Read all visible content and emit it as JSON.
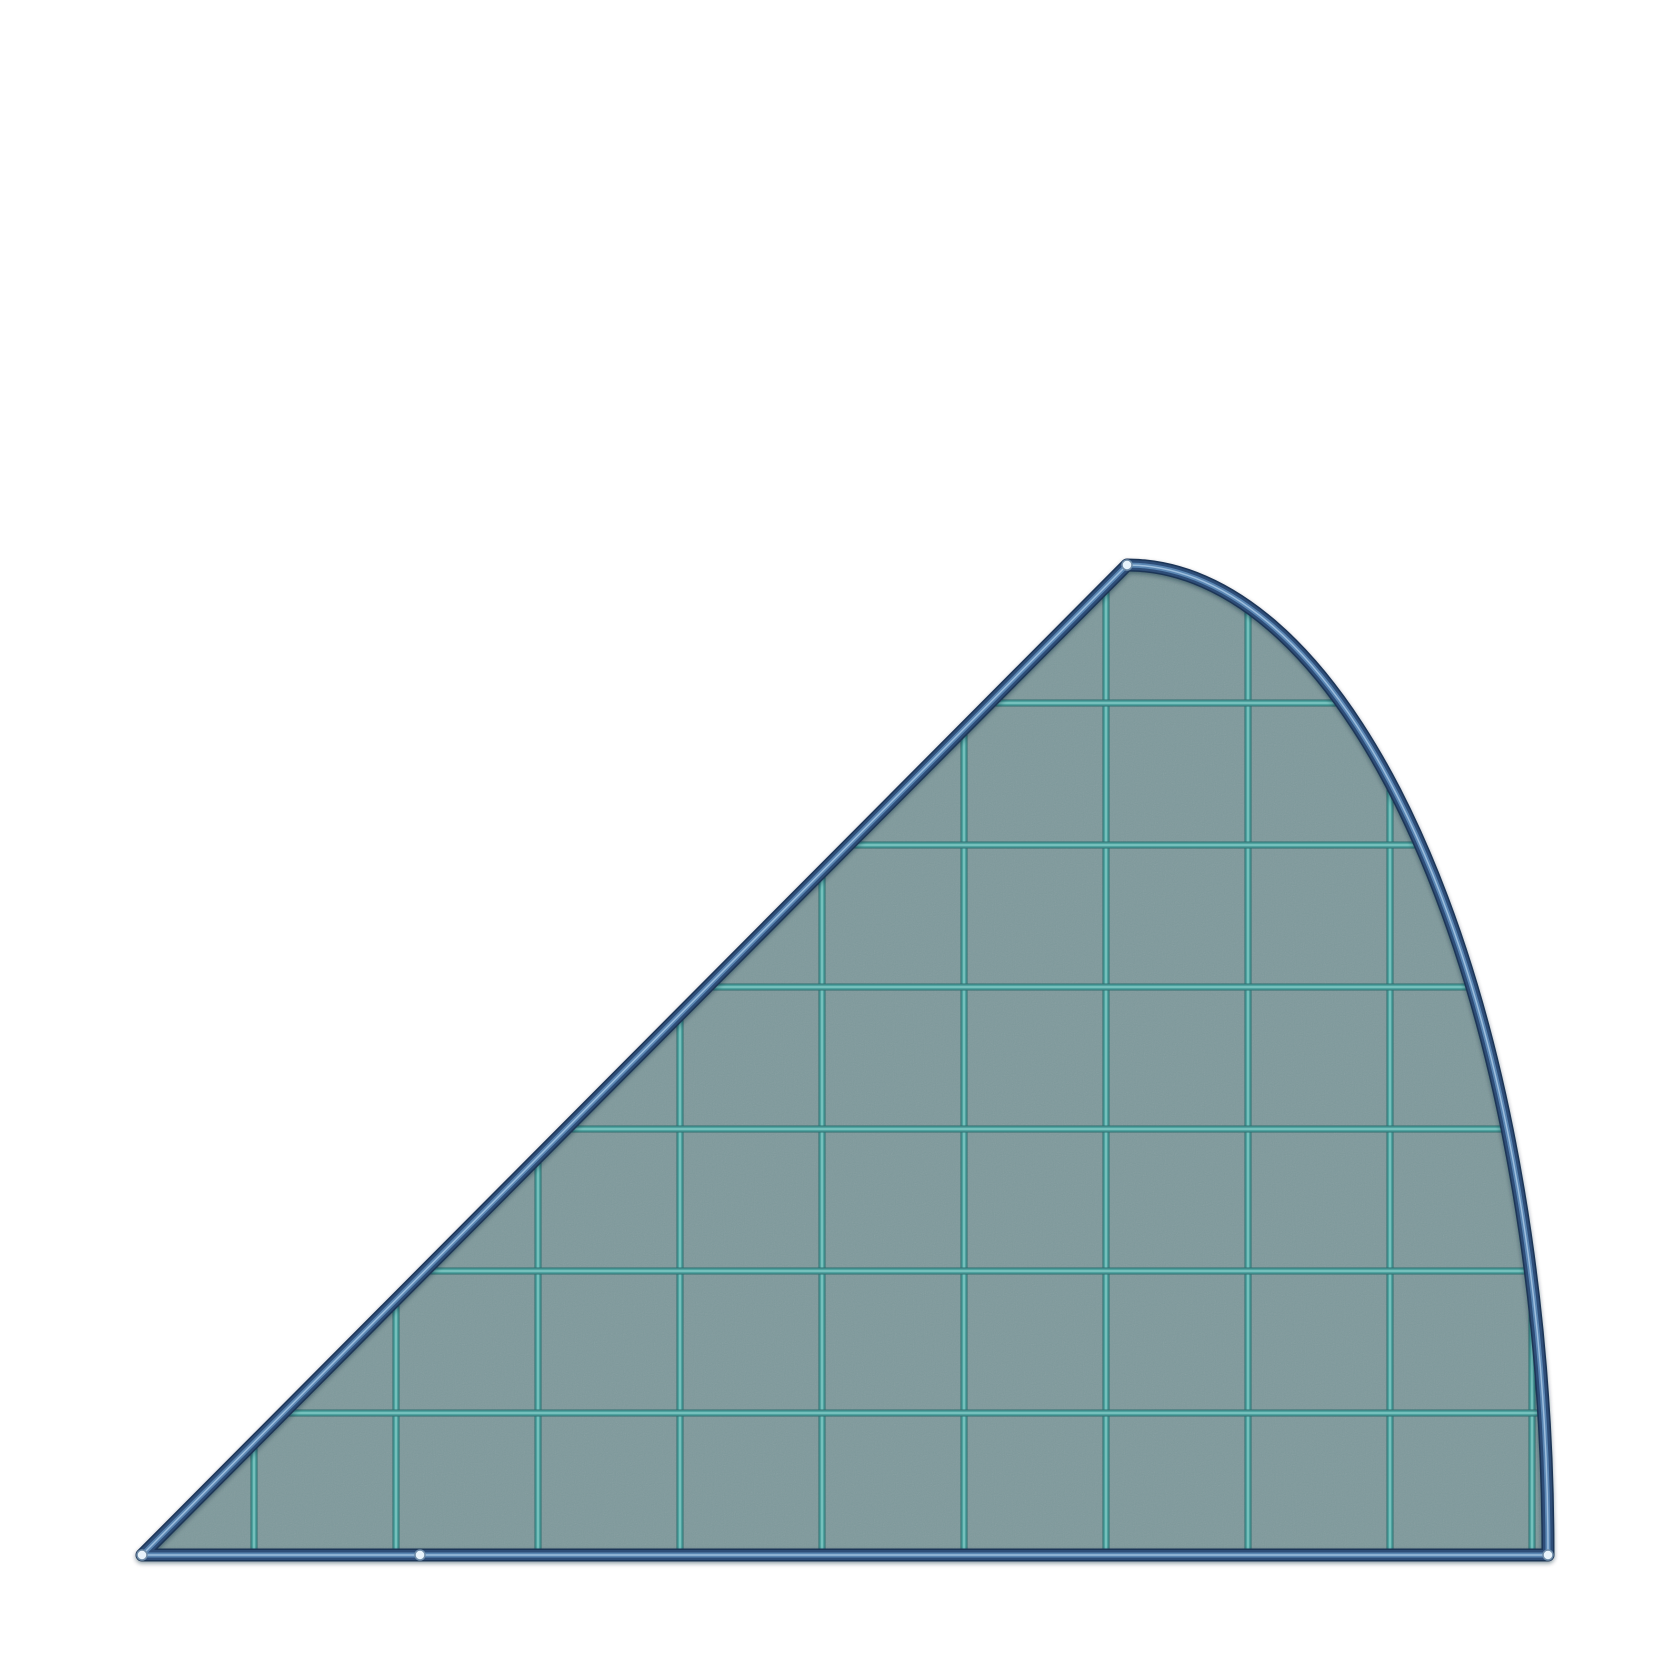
{
  "board": {
    "shape": "quarter-circle-sector-with-diagonal-edge",
    "grid_columns": 10,
    "grid_rows": 7,
    "colors": {
      "background": "#ffffff",
      "tile_fill": "#7f9a9c",
      "tile_fill_light": "#8fa9aa",
      "grid_line": "#4fa3a0",
      "grid_line_highlight": "#8fd3cf",
      "frame_outer": "#2d4e78",
      "frame_inner": "#5a86b3",
      "frame_highlight": "#a9c8e4",
      "corner_stud": "#e8f3fb"
    }
  }
}
